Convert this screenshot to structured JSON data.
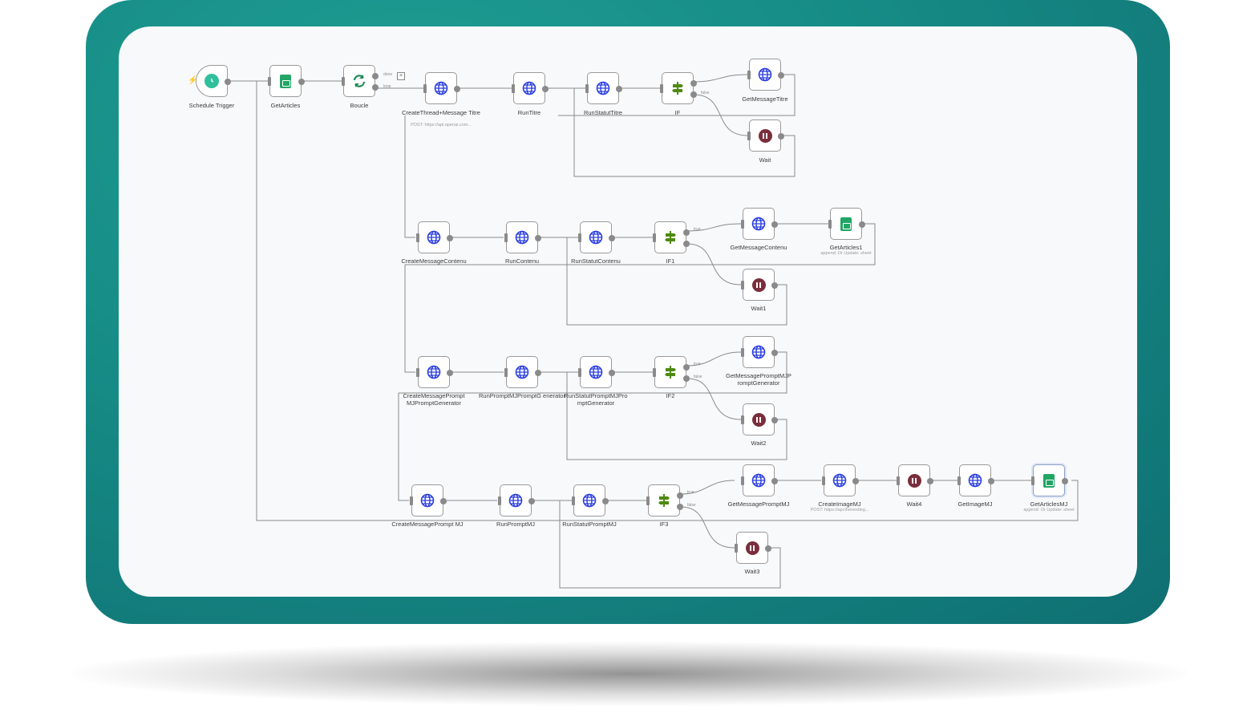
{
  "colors": {
    "frame": "#168b86",
    "canvas": "#f8f9fb",
    "wire": "#8a8a8a",
    "globe": "#2b3ee0",
    "sheet": "#22a565",
    "pause": "#7a2e3c",
    "if": "#4f8a10",
    "clock": "#2fbf9b"
  },
  "nodes": {
    "schedule": {
      "label": "Schedule Trigger",
      "icon": "clock-icon"
    },
    "getarticles": {
      "label": "GetArticles",
      "sub": "",
      "icon": "sheets-icon"
    },
    "boucle": {
      "label": "Boucle",
      "icon": "loop-icon",
      "port_a": "done",
      "port_b": "loop"
    },
    "createthread": {
      "label": "CreateThread+Message Titre",
      "sub": "POST: https://api.openai.com...",
      "icon": "globe-icon"
    },
    "runtitre": {
      "label": "RunTitre",
      "icon": "globe-icon"
    },
    "runstatuttitre": {
      "label": "RunStatutTitre",
      "icon": "globe-icon"
    },
    "if": {
      "label": "IF",
      "icon": "if-icon",
      "port_b": "false"
    },
    "getmessagetitre": {
      "label": "GetMessageTitre",
      "icon": "globe-icon"
    },
    "wait": {
      "label": "Wait",
      "icon": "pause-icon"
    },
    "createmessagecontenu": {
      "label": "CreateMessageContenu",
      "icon": "globe-icon"
    },
    "runcontenu": {
      "label": "RunContenu",
      "icon": "globe-icon"
    },
    "runstatutcontenu": {
      "label": "RunStatutContenu",
      "icon": "globe-icon"
    },
    "if1": {
      "label": "IF1",
      "icon": "if-icon",
      "port_a": "true"
    },
    "getmessagecontenu": {
      "label": "GetMessageContenu",
      "icon": "globe-icon"
    },
    "getarticles1": {
      "label": "GetArticles1",
      "sub": "append: Or Update: sheet",
      "icon": "sheets-icon"
    },
    "wait1": {
      "label": "Wait1",
      "icon": "pause-icon"
    },
    "createmessagepromptgen": {
      "label": "CreateMessagePrompt MJPromptGenerator",
      "icon": "globe-icon"
    },
    "runpromptgen": {
      "label": "RunPromptMJPromptG enerator",
      "icon": "globe-icon"
    },
    "runstatutpromptgen": {
      "label": "RunStatutPromptMJPro mptGenerator",
      "icon": "globe-icon"
    },
    "if2": {
      "label": "IF2",
      "icon": "if-icon",
      "port_a": "true",
      "port_b": "false"
    },
    "getmessagepromptgen": {
      "label": "GetMessagePromptMJP romptGenerator",
      "icon": "globe-icon"
    },
    "wait2": {
      "label": "Wait2",
      "icon": "pause-icon"
    },
    "createmessageprompt": {
      "label": "CreateMessagePrompt MJ",
      "icon": "globe-icon"
    },
    "runprompt": {
      "label": "RunPromptMJ",
      "icon": "globe-icon"
    },
    "runstatutprompt": {
      "label": "RunStatutPromptMJ",
      "icon": "globe-icon"
    },
    "if3": {
      "label": "IF3",
      "icon": "if-icon",
      "port_a": "true",
      "port_b": "false"
    },
    "getmessageprompt": {
      "label": "GetMessagePromptMJ",
      "icon": "globe-icon"
    },
    "createimage": {
      "label": "CreateImageMJ",
      "sub": "POST: https://api.thenextleg...",
      "icon": "globe-icon"
    },
    "wait4": {
      "label": "Wait4",
      "icon": "pause-icon"
    },
    "getimage": {
      "label": "GetImageMJ",
      "icon": "globe-icon"
    },
    "getarticlesmj": {
      "label": "GetArticlesMJ",
      "sub": "append: Or Update: sheet",
      "icon": "sheets-icon"
    },
    "wait3": {
      "label": "Wait3",
      "icon": "pause-icon"
    }
  }
}
